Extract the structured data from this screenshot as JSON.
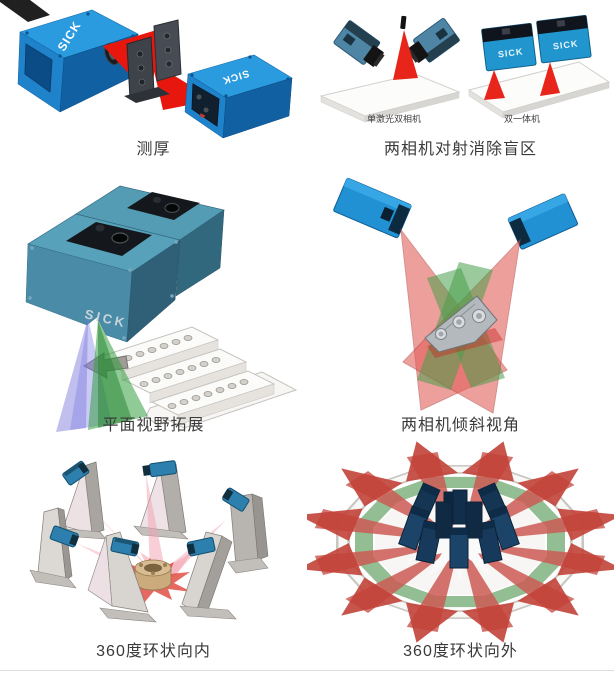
{
  "page": {
    "background": "#ffffff",
    "divider_color": "#dddddd"
  },
  "brand": {
    "camera_label": "SICK"
  },
  "colors": {
    "camera_blue": "#2196ce",
    "camera_teal": "#4a8ca8",
    "laser_red": "#e8251a",
    "fan_red_translucent": "#cd5a54",
    "fan_green": "#3f9e46",
    "fan_blue_violet": "#6a68d2",
    "stand_gray": "#c2beba",
    "cluster_navy": "#1b4468",
    "caption_gray": "#3a3a3a"
  },
  "figures": [
    {
      "caption": "测厚"
    },
    {
      "caption": "两相机对射消除盲区",
      "sublabels": [
        "单激光双相机",
        "双一体机"
      ]
    },
    {
      "caption": "平面视野拓展"
    },
    {
      "caption": "两相机倾斜视角"
    },
    {
      "caption": "360度环状向内"
    },
    {
      "caption": "360度环状向外"
    }
  ]
}
